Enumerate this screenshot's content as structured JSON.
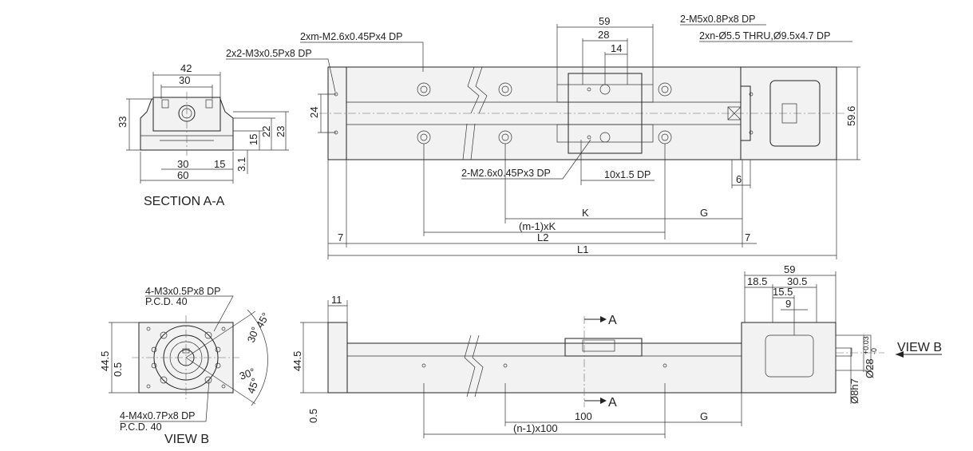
{
  "section_aa": {
    "title": "SECTION A-A",
    "dims": [
      "42",
      "30",
      "33",
      "22",
      "23",
      "15",
      "30",
      "15",
      "60",
      "3.1"
    ]
  },
  "top_view": {
    "callouts": [
      "2xm-M2.6x0.45Px4 DP",
      "2x2-M3x0.5Px8 DP",
      "2-M5x0.8Px8 DP",
      "2xn-Ø5.5 THRU,Ø9.5x4.7 DP",
      "2-M2.6x0.45Px3 DP",
      "10x1.5 DP"
    ],
    "dims": [
      "59",
      "28",
      "14",
      "24",
      "59.6",
      "6",
      "K",
      "G",
      "(m-1)xK",
      "7",
      "L2",
      "7",
      "L1"
    ]
  },
  "view_b": {
    "title": "VIEW B",
    "callouts": [
      "4-M3x0.5Px8 DP",
      "P.C.D. 40",
      "4-M4x0.7Px8 DP",
      "P.C.D. 40"
    ],
    "dims": [
      "44.5",
      "0.5",
      "45°",
      "30°",
      "30°",
      "45°"
    ]
  },
  "side_view": {
    "section_marks": [
      "A",
      "A"
    ],
    "view_label": "VIEW B",
    "dims": [
      "11",
      "44.5",
      "0.5",
      "100",
      "G",
      "(n-1)x100",
      "59",
      "18.5",
      "30.5",
      "15.5",
      "9",
      "Ø28+0.03/-0",
      "Ø8h7"
    ],
    "tolerance": {
      "base": "Ø28",
      "upper": "+0.03",
      "lower": "-0"
    }
  }
}
